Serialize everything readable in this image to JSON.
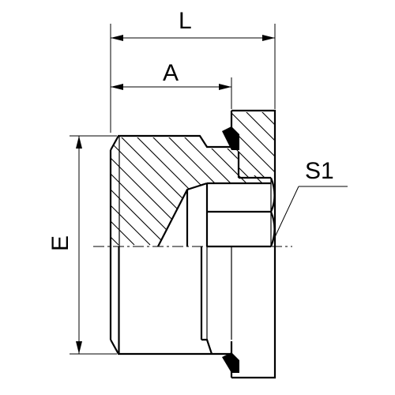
{
  "labels": {
    "length": "L",
    "depth": "A",
    "thread": "E",
    "wrench": "S1"
  }
}
